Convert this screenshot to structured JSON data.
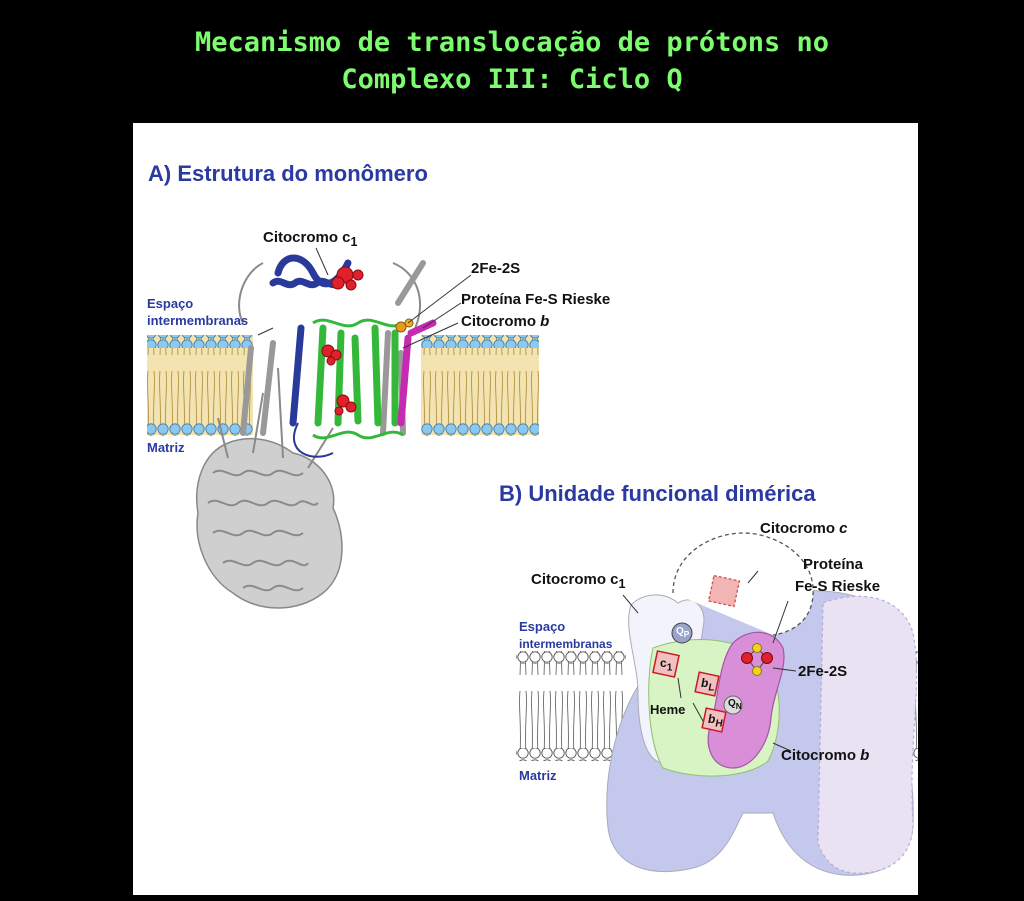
{
  "title": {
    "line1": "Mecanismo de translocação de prótons no",
    "line2": "Complexo III: Ciclo Q"
  },
  "panel_a": {
    "heading": "A) Estrutura do monômero",
    "labels": {
      "cyt_c1": "Citocromo c",
      "cyt_c1_sub": "1",
      "fe2s": "2Fe-2S",
      "rieske": "Proteína Fe-S Rieske",
      "cyt_b": "Citocromo",
      "cyt_b_italic": "b",
      "space_1": "Espaço",
      "space_2": "intermembranas",
      "matrix": "Matriz"
    }
  },
  "panel_b": {
    "heading": "B) Unidade funcional dimérica",
    "labels": {
      "cyt_c": "Citocromo",
      "cyt_c_italic": "c",
      "rieske_1": "Proteína",
      "rieske_2": "Fe-S Rieske",
      "cyt_c1": "Citocromo c",
      "cyt_c1_sub": "1",
      "space_1": "Espaço",
      "space_2": "intermembranas",
      "fe2s": "2Fe-2S",
      "heme": "Heme",
      "cyt_b": "Citocromo",
      "cyt_b_italic": "b",
      "matrix": "Matriz",
      "qp": "Q",
      "qp_sub": "P",
      "qn": "Q",
      "qn_sub": "N",
      "c1": "c",
      "c1_sub": "1",
      "bl": "b",
      "bl_sub": "L",
      "bh": "b",
      "bh_sub": "H"
    }
  },
  "colors": {
    "title": "#7CFC6E",
    "heading": "#2b3aa0",
    "membrane": "#f2e3b0",
    "lipid_head": "#7fc0ea",
    "cyt_b_green": "#33b83a",
    "cyt_c1_blue": "#2a3a9a",
    "rieske_magenta": "#c52ab0",
    "heme_red": "#e0202a",
    "dimer_blue": "#c3c8ec",
    "rieske_pink": "#d98ed8",
    "cyt_b_lightgreen": "#d8f3c4"
  }
}
